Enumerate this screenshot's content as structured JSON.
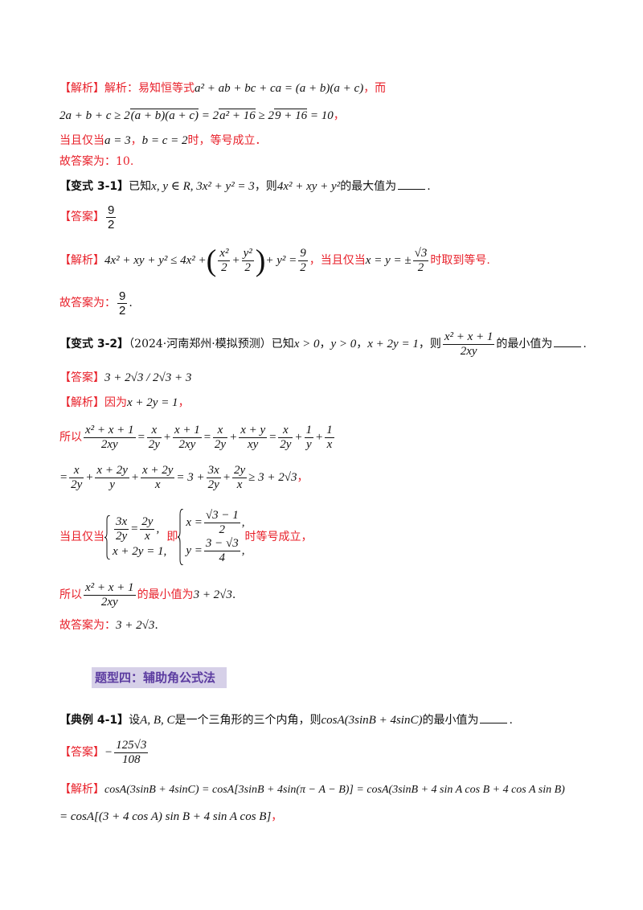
{
  "labels": {
    "analysis": "【解析】",
    "answer": "【答案】",
    "variant_3_1": "【变式 3-1】",
    "variant_3_2": "【变式 3-2】",
    "example_4_1": "【典例 4-1】"
  },
  "block1": {
    "intro": "解析：易知恒等式",
    "identity": "a² + ab + bc + ca = (a + b)(a + c)",
    "er": "，而",
    "ineq_a": "2a + b + c ≥ 2",
    "ineq_b": "(a + b)(a + c)",
    "ineq_c": " = 2",
    "ineq_d": "a² + 16",
    "ineq_e": " ≥ 2",
    "ineq_f": "9 + 16",
    "ineq_g": " = 10",
    "ineq_comma": "，",
    "cond_a": "当且仅当",
    "cond_b": "a = 3",
    "cond_c": "，",
    "cond_d": "b = c = 2",
    "cond_e": "时，等号成立．",
    "final": "故答案为：10."
  },
  "variant1": {
    "given": "已知",
    "cond": "x, y ∈ R, 3x² + y² = 3",
    "ask_a": "，则",
    "expr": "4x² + xy + y²",
    "ask_b": "的最大值为",
    "period": ".",
    "answer_num": "9",
    "answer_den": "2",
    "sol_a": "4x² + xy + y² ≤ 4x² +",
    "f1_num": "x²",
    "f1_den": "2",
    "plus": "+",
    "f2_num": "y²",
    "f2_den": "2",
    "sol_b": "+ y² =",
    "r_num": "9",
    "r_den": "2",
    "sol_c": "，当且仅当",
    "eq": "x = y = ±",
    "eq_num": "√3",
    "eq_den": "2",
    "sol_d": "时取到等号.",
    "final_a": "故答案为：",
    "final_num": "9",
    "final_den": "2",
    "final_b": "."
  },
  "variant2": {
    "source": "（2024·河南郑州·模拟预测）已知",
    "c1": "x > 0",
    "sep1": "，",
    "c2": "y > 0",
    "sep2": "，",
    "c3": "x + 2y = 1",
    "sep3": "，则",
    "f_num": "x² + x + 1",
    "f_den": "2xy",
    "ask": "的最小值为",
    "period": ".",
    "answer": "3 + 2√3 / 2√3 + 3",
    "because": "因为",
    "because_eq": "x + 2y = 1",
    "because_end": "，",
    "so": "所以",
    "l1_f1n": "x² + x + 1",
    "l1_f1d": "2xy",
    "l1_f2n": "x",
    "l1_f2d": "2y",
    "l1_f3n": "x + 1",
    "l1_f3d": "2xy",
    "l1_f4n": "x",
    "l1_f4d": "2y",
    "l1_f5n": "x + y",
    "l1_f5d": "xy",
    "l1_f6n": "x",
    "l1_f6d": "2y",
    "l1_f7n": "1",
    "l1_f7d": "y",
    "l1_f8n": "1",
    "l1_f8d": "x",
    "l2_f1n": "x",
    "l2_f1d": "2y",
    "l2_f2n": "x + 2y",
    "l2_f2d": "y",
    "l2_f3n": "x + 2y",
    "l2_f3d": "x",
    "l2_mid": "= 3 +",
    "l2_f4n": "3x",
    "l2_f4d": "2y",
    "l2_f5n": "2y",
    "l2_f5d": "x",
    "l2_end": "≥ 3 + 2√3",
    "l2_comma": "，",
    "cond": "当且仅当",
    "s1_ln": "3x",
    "s1_ld": "2y",
    "s1_rn": "2y",
    "s1_rd": "x",
    "s2": "x + 2y = 1,",
    "ie": "即",
    "t1_l": "x =",
    "t1_n": "√3 − 1",
    "t1_d": "2",
    "t2_l": "y =",
    "t2_n": "3 − √3",
    "t2_d": "4",
    "cond_end": "时等号成立，",
    "so2": "所以",
    "s_fn": "x² + x + 1",
    "s_fd": "2xy",
    "s_ask": "的最小值为",
    "s_val": "3 + 2√3",
    "s_period": ".",
    "final_a": "故答案为：",
    "final_val": "3 + 2√3",
    "final_b": "."
  },
  "section": {
    "title": "题型四：辅助角公式法"
  },
  "example": {
    "set": "设",
    "abc": "A, B, C",
    "mid": "是一个三角形的三个内角，则",
    "expr": "cosA(3sinB + 4sinC)",
    "ask": "的最小值为",
    "period": ".",
    "ans_sign": "−",
    "ans_num": "125√3",
    "ans_den": "108",
    "sol_l1": "cosA(3sinB + 4sinC) = cosA[3sinB + 4sin(π − A − B)] = cosA(3sinB + 4 sin A cos B + 4 cos A sin B)",
    "sol_l2": "= cosA[(3 + 4 cos A) sin B + 4 sin A cos B]",
    "sol_l2_end": "，"
  }
}
